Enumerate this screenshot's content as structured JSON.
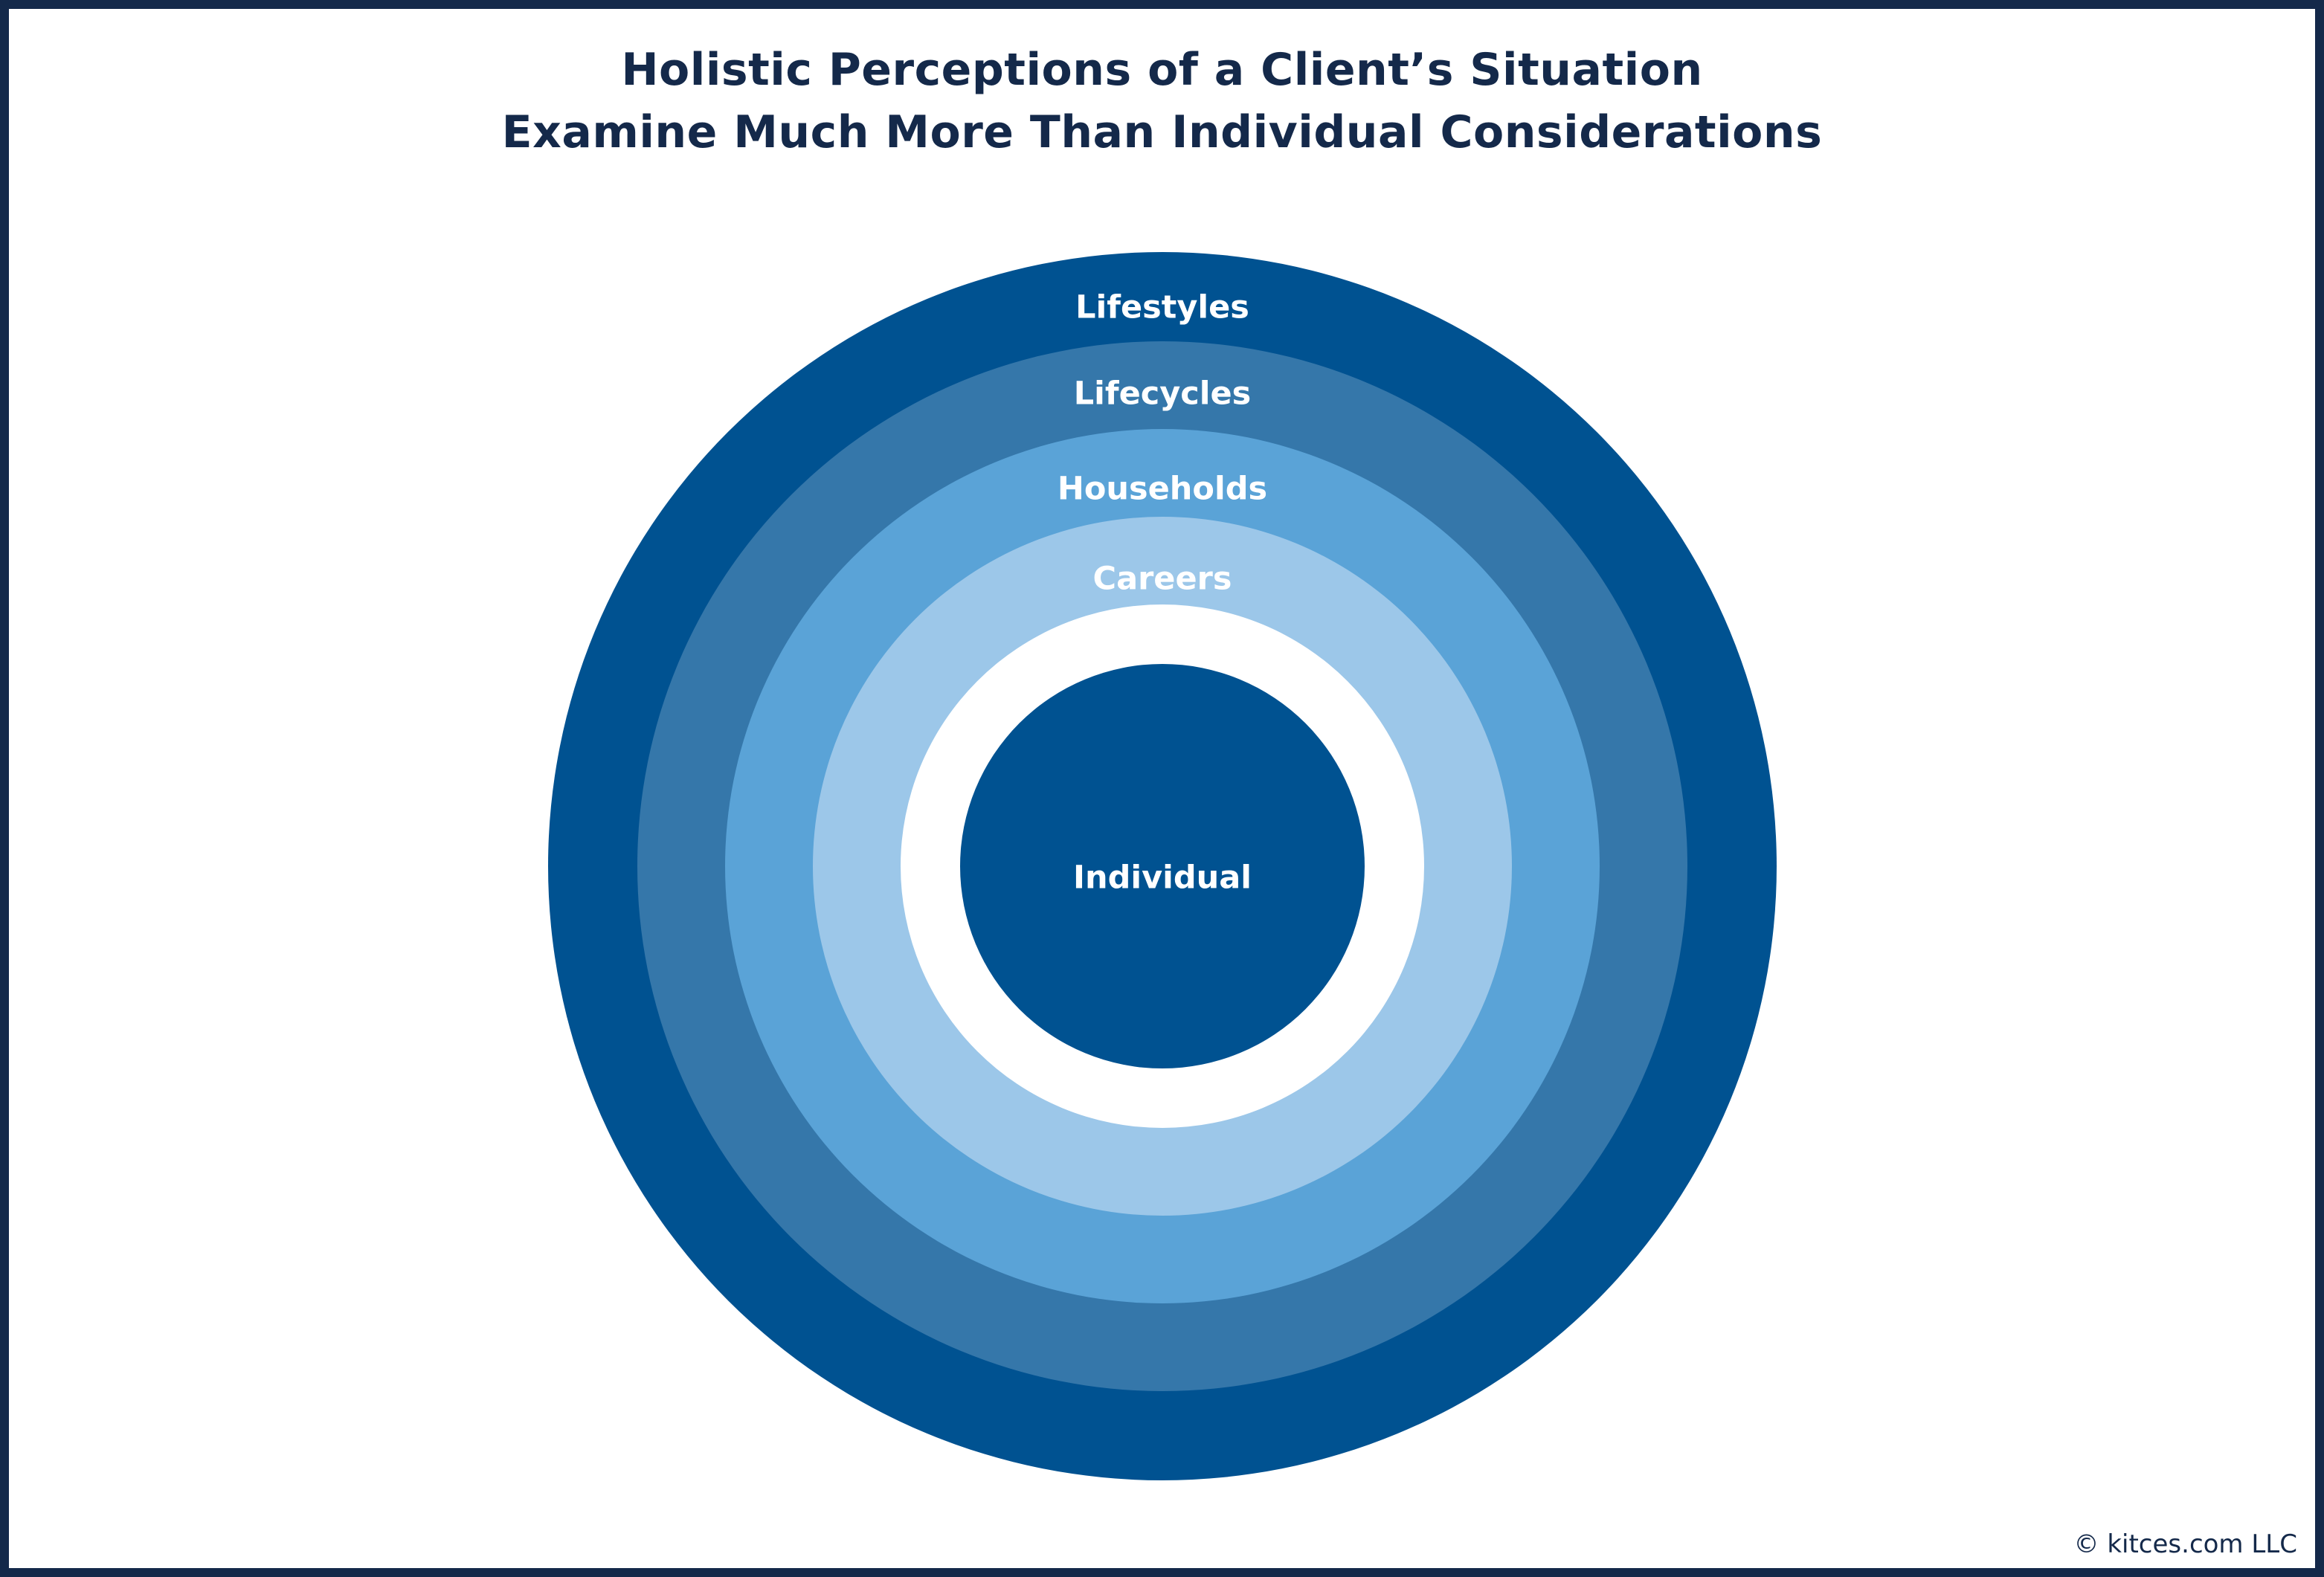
{
  "title": {
    "line1": "Holistic Perceptions of a Client’s Situation",
    "line2": "Examine Much More Than Individual Considerations"
  },
  "rings": [
    {
      "label": "Lifestyles",
      "color": "#005291"
    },
    {
      "label": "Lifecycles",
      "color": "#3577aa"
    },
    {
      "label": "Households",
      "color": "#5aa3d7"
    },
    {
      "label": "Careers",
      "color": "#9cc7e9"
    },
    {
      "label": "",
      "color": "#ffffff"
    }
  ],
  "center": {
    "label": "Individual",
    "color": "#005291"
  },
  "copyright": "© kitces.com LLC",
  "colors": {
    "border": "#14294a",
    "title": "#14294a",
    "background": "#ffffff",
    "label": "#ffffff"
  }
}
